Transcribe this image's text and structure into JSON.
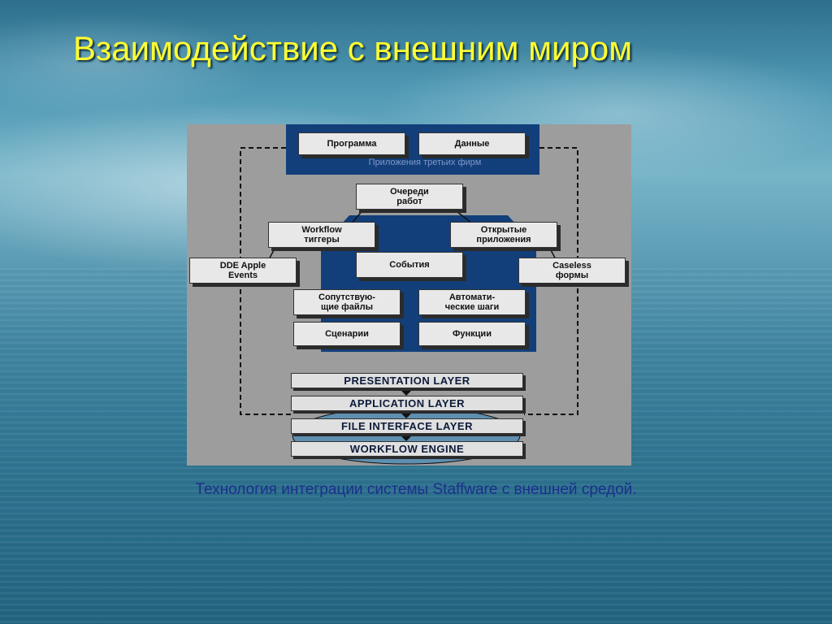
{
  "slide": {
    "title": "Взаимодействие с внешним миром",
    "caption": "Технология интеграции системы Staffware с внешней средой."
  },
  "diagram": {
    "external": {
      "program": "Программа",
      "data": "Данные",
      "label": "Приложения третьих фирм"
    },
    "queue": "Очереди\nработ",
    "workflow_triggers": "Workflow\nтиггеры",
    "open_apps": "Открытые\nприложения",
    "dde_events": "DDE Apple\nEvents",
    "events": "События",
    "caseless_forms": "Caseless\nформы",
    "related_files": "Сопутствую-\nщие файлы",
    "auto_steps": "Автомати-\nческие шаги",
    "scenarios": "Сценарии",
    "functions": "Функции",
    "layers": [
      "PRESENTATION LAYER",
      "APPLICATION LAYER",
      "FILE INTERFACE LAYER",
      "WORKFLOW ENGINE"
    ]
  },
  "colors": {
    "title": "#ffff33",
    "caption": "#1c2f8c",
    "diagram_bg": "#9d9d9d",
    "core_blue": "#123f7a"
  }
}
